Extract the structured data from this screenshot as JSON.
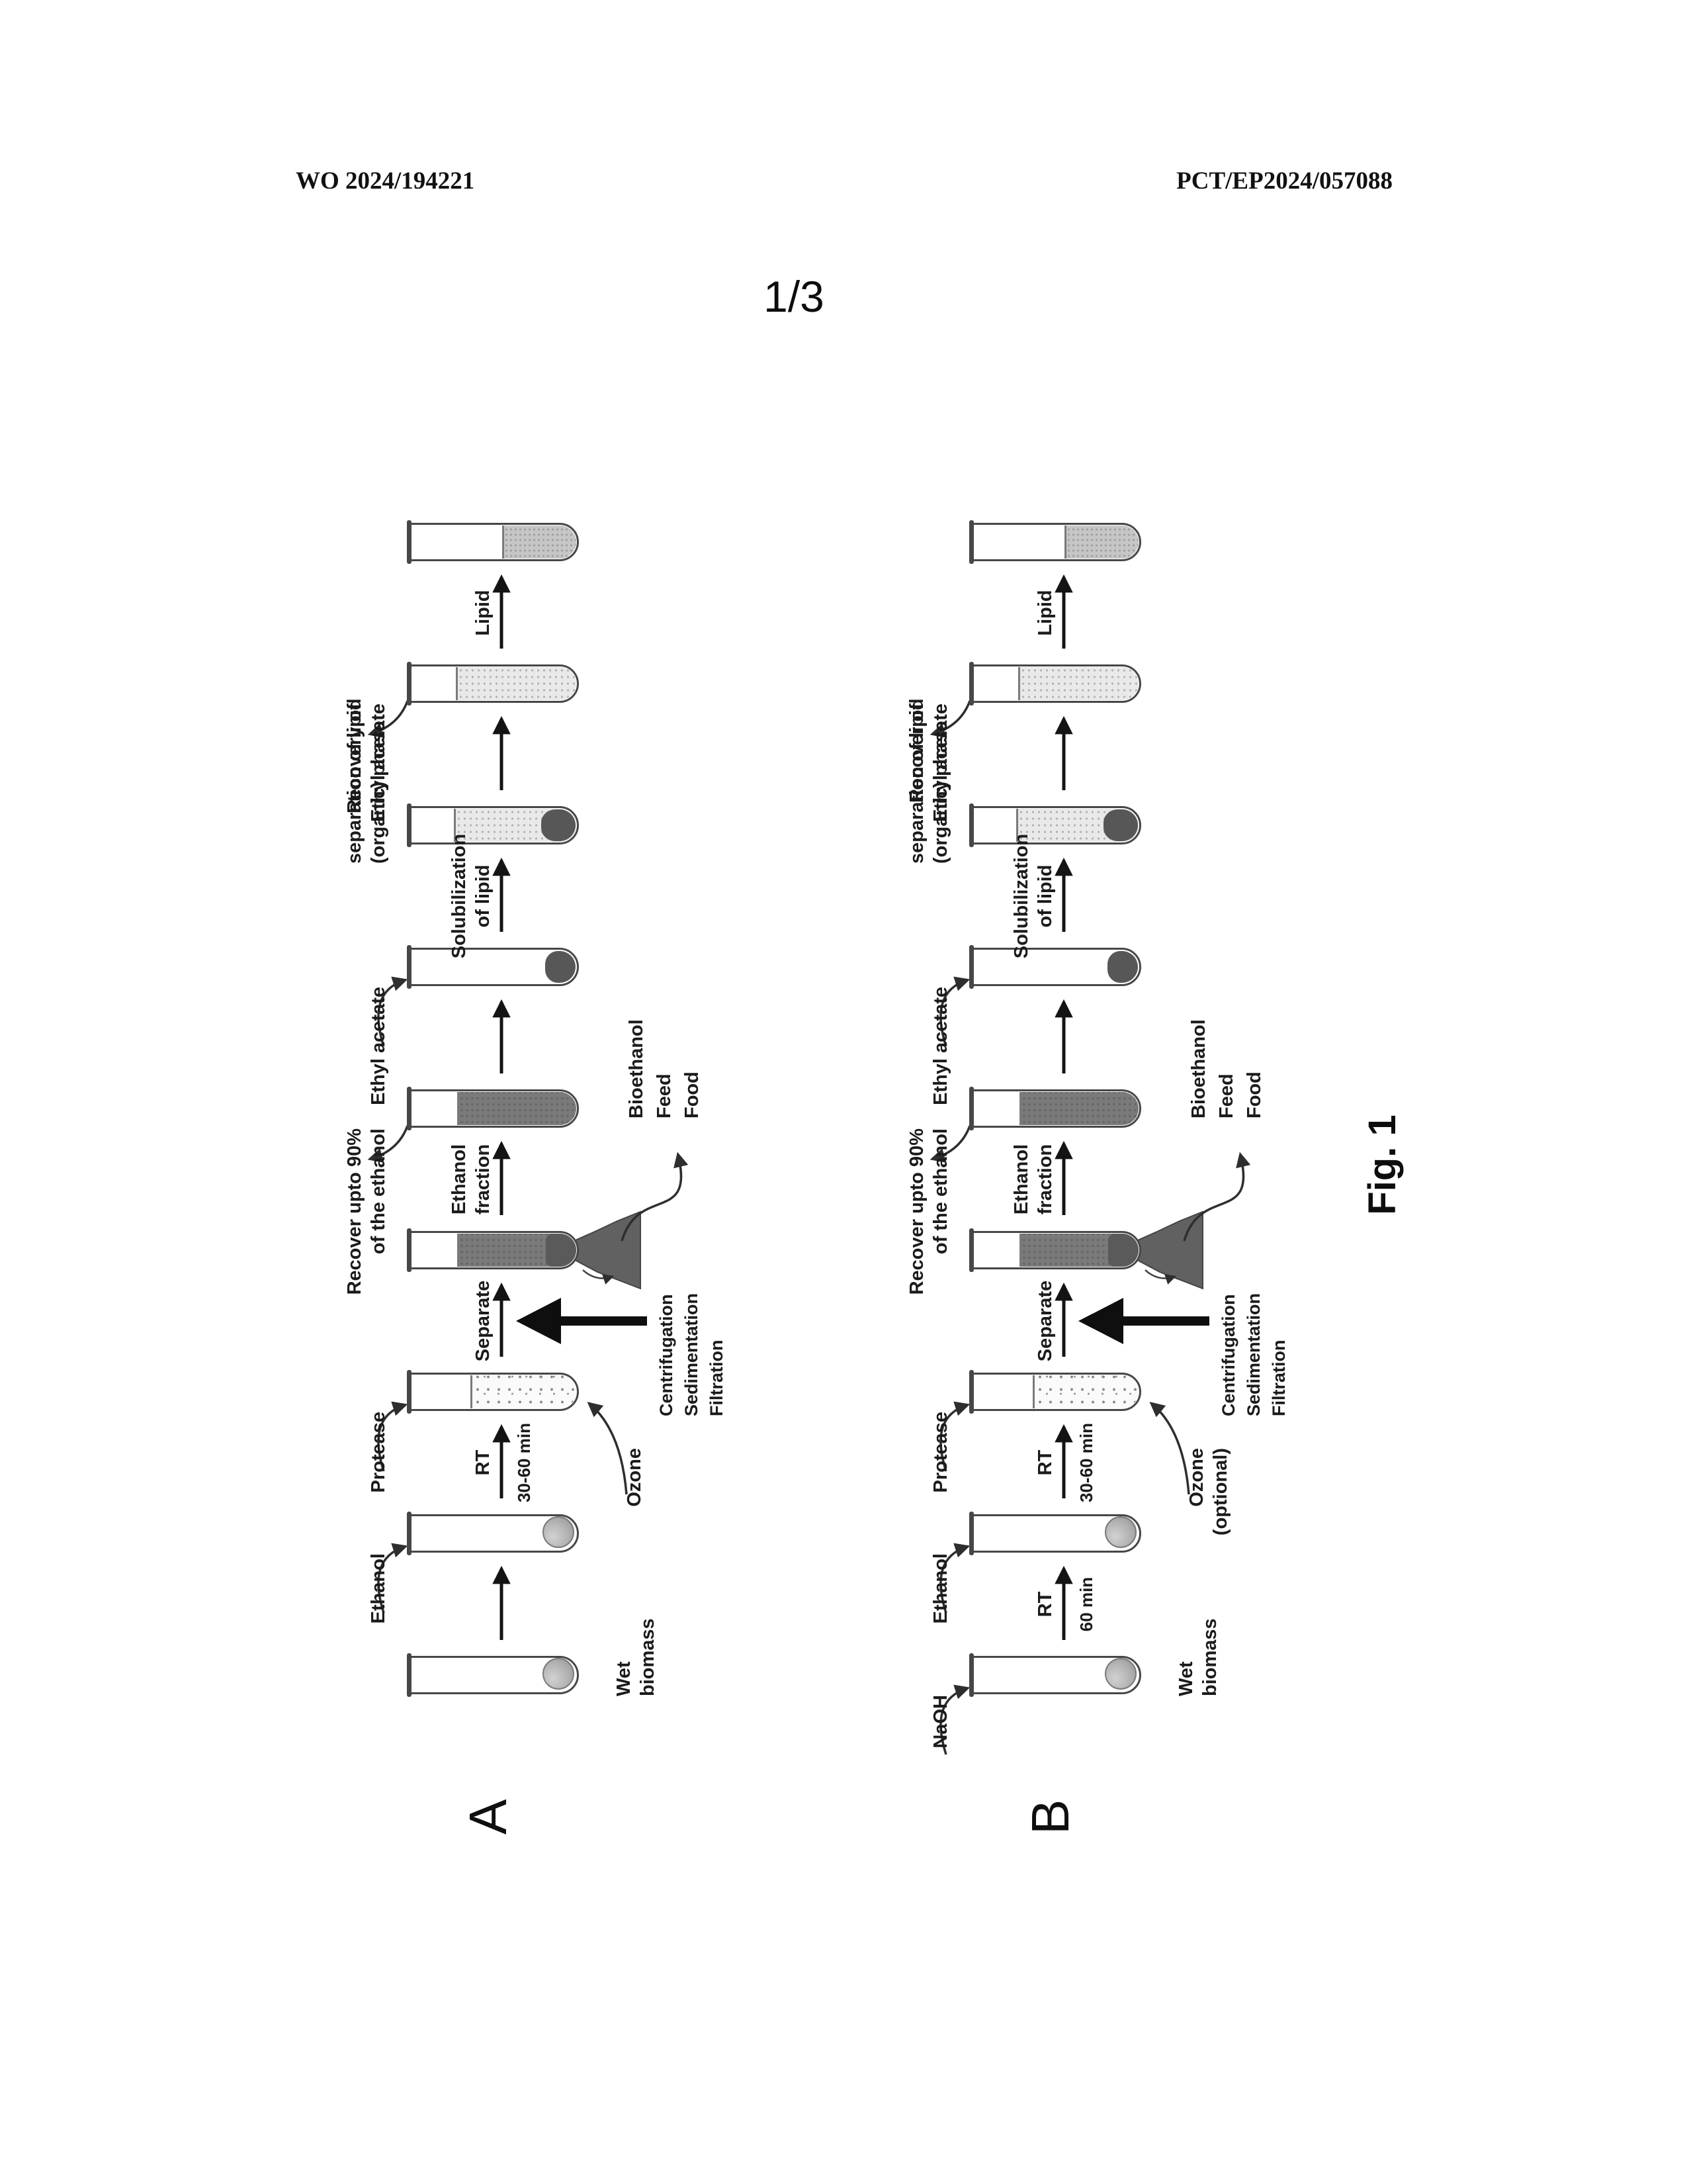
{
  "page": {
    "header_left": "WO 2024/194221",
    "header_right": "PCT/EP2024/057088",
    "page_number": "1/3",
    "figure_caption": "Fig. 1"
  },
  "colors": {
    "ink": "#161616",
    "tube_outline": "#474747",
    "dark_fill": "#7a7a7a",
    "light_fill": "#e9e9e9",
    "pellet": "#575757",
    "arrow": "#141414"
  },
  "panels": [
    {
      "label": "A",
      "tubes": [
        {
          "name": "wet-biomass",
          "fill": "ball",
          "label_below": {
            "lines": [
              "Wet",
              "biomass"
            ]
          }
        },
        {
          "name": "ethanol-added",
          "fill": "ball",
          "label_above": {
            "lines": [
              "Ethanol"
            ],
            "arrow": "in"
          }
        },
        {
          "name": "protease-treated",
          "fill": "speckle",
          "label_above": {
            "lines": [
              "Protease"
            ],
            "arrow": "in"
          },
          "label_below": {
            "lines": [
              "Ozone"
            ],
            "arrow": true
          }
        },
        {
          "name": "separated-phase",
          "fill": "dark-cap",
          "pile": true,
          "byproduct": {
            "lines": [
              "Bioethanol",
              "Feed",
              "Food"
            ]
          }
        },
        {
          "name": "ethanol-fraction",
          "fill": "dark",
          "label_above": {
            "lines": [
              "Recover upto 90%",
              "of the ethanol"
            ],
            "arrow": "out"
          }
        },
        {
          "name": "ethyl-acetate-added",
          "fill": "pellet",
          "label_above": {
            "lines": [
              "Ethyl acetate"
            ],
            "arrow": "in"
          }
        },
        {
          "name": "lipid-organic-phase",
          "fill": "light-pellet",
          "label_above": {
            "lines": [
              "separation of lipid",
              "(organic) phase"
            ]
          }
        },
        {
          "name": "ethyl-acetate-recovered",
          "fill": "light",
          "label_above": {
            "lines": [
              "Recovery of",
              "Ethyl acetate"
            ],
            "arrow": "out"
          }
        },
        {
          "name": "lipid-product",
          "fill": "lipid"
        }
      ],
      "connectors": [
        {},
        {
          "above": [
            "RT"
          ],
          "below": [
            "30-60 min"
          ]
        },
        {
          "above": [
            "Separate"
          ],
          "big": true,
          "big_labels": [
            "Centrifugation",
            "Sedimentation",
            "Filtration"
          ]
        },
        {
          "above": [
            "Ethanol",
            "fraction"
          ]
        },
        {},
        {
          "above": [
            "Solubilization",
            "of lipid"
          ]
        },
        {},
        {
          "above": [
            "Lipid"
          ]
        }
      ]
    },
    {
      "label": "B",
      "tubes": [
        {
          "name": "wet-biomass",
          "fill": "ball",
          "label_above": {
            "lines": [
              "NaOH"
            ],
            "arrow": "in"
          },
          "label_below": {
            "lines": [
              "Wet",
              "biomass"
            ]
          }
        },
        {
          "name": "ethanol-added",
          "fill": "ball",
          "label_above": {
            "lines": [
              "Ethanol"
            ],
            "arrow": "in"
          }
        },
        {
          "name": "protease-treated",
          "fill": "speckle",
          "label_above": {
            "lines": [
              "Protease"
            ],
            "arrow": "in"
          },
          "label_below": {
            "lines": [
              "Ozone",
              "(optional)"
            ],
            "arrow": true
          }
        },
        {
          "name": "separated-phase",
          "fill": "dark-cap",
          "pile": true,
          "byproduct": {
            "lines": [
              "Bioethanol",
              "Feed",
              "Food"
            ]
          }
        },
        {
          "name": "ethanol-fraction",
          "fill": "dark",
          "label_above": {
            "lines": [
              "Recover upto 90%",
              "of the ethanol"
            ],
            "arrow": "out"
          }
        },
        {
          "name": "ethyl-acetate-added",
          "fill": "pellet",
          "label_above": {
            "lines": [
              "Ethyl acetate"
            ],
            "arrow": "in"
          }
        },
        {
          "name": "lipid-organic-phase",
          "fill": "light-pellet",
          "label_above": {
            "lines": [
              "separation of lipid",
              "(organic) phase"
            ]
          }
        },
        {
          "name": "ethyl-acetate-recovered",
          "fill": "light",
          "label_above": {
            "lines": [
              "Recover of",
              "Ethyl acetate"
            ],
            "arrow": "out"
          }
        },
        {
          "name": "lipid-product",
          "fill": "lipid"
        }
      ],
      "connectors": [
        {
          "above": [
            "RT"
          ],
          "below": [
            "60 min"
          ]
        },
        {
          "above": [
            "RT"
          ],
          "below": [
            "30-60 min"
          ]
        },
        {
          "above": [
            "Separate"
          ],
          "big": true,
          "big_labels": [
            "Centrifugation",
            "Sedimentation",
            "Filtration"
          ]
        },
        {
          "above": [
            "Ethanol",
            "fraction"
          ]
        },
        {},
        {
          "above": [
            "Solubilization",
            "of lipid"
          ]
        },
        {},
        {
          "above": [
            "Lipid"
          ]
        }
      ]
    }
  ]
}
